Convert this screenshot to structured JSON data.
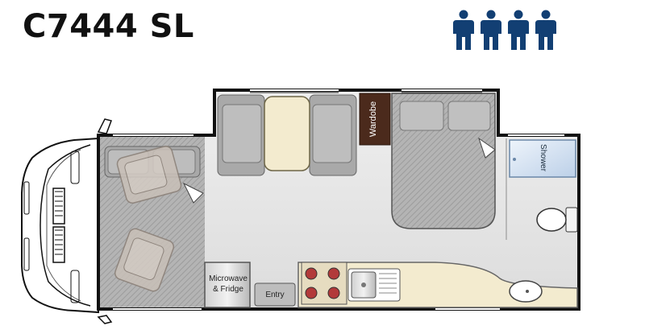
{
  "model": {
    "name": "C7444 SL",
    "berths": 4,
    "accent_color": "#123f73"
  },
  "floorplan": {
    "labels": {
      "wardrobe": "Wardobe",
      "shower": "Shower",
      "microwave_line1": "Microwave",
      "microwave_line2": "& Fridge",
      "entry": "Entry"
    }
  }
}
